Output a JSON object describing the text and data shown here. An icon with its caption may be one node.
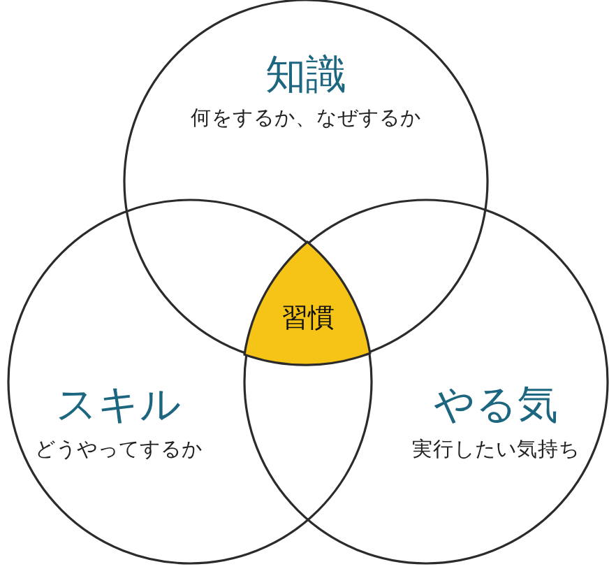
{
  "diagram": {
    "nodes": [
      {
        "text": [
          "知識",
          "何をするか、なぜするか"
        ]
      },
      {
        "text": [
          "スキル",
          "どうやってするか"
        ]
      },
      {
        "text": [
          "やる気",
          "実行したい気持ち"
        ]
      },
      {
        "text": [
          "習慣"
        ]
      }
    ]
  }
}
